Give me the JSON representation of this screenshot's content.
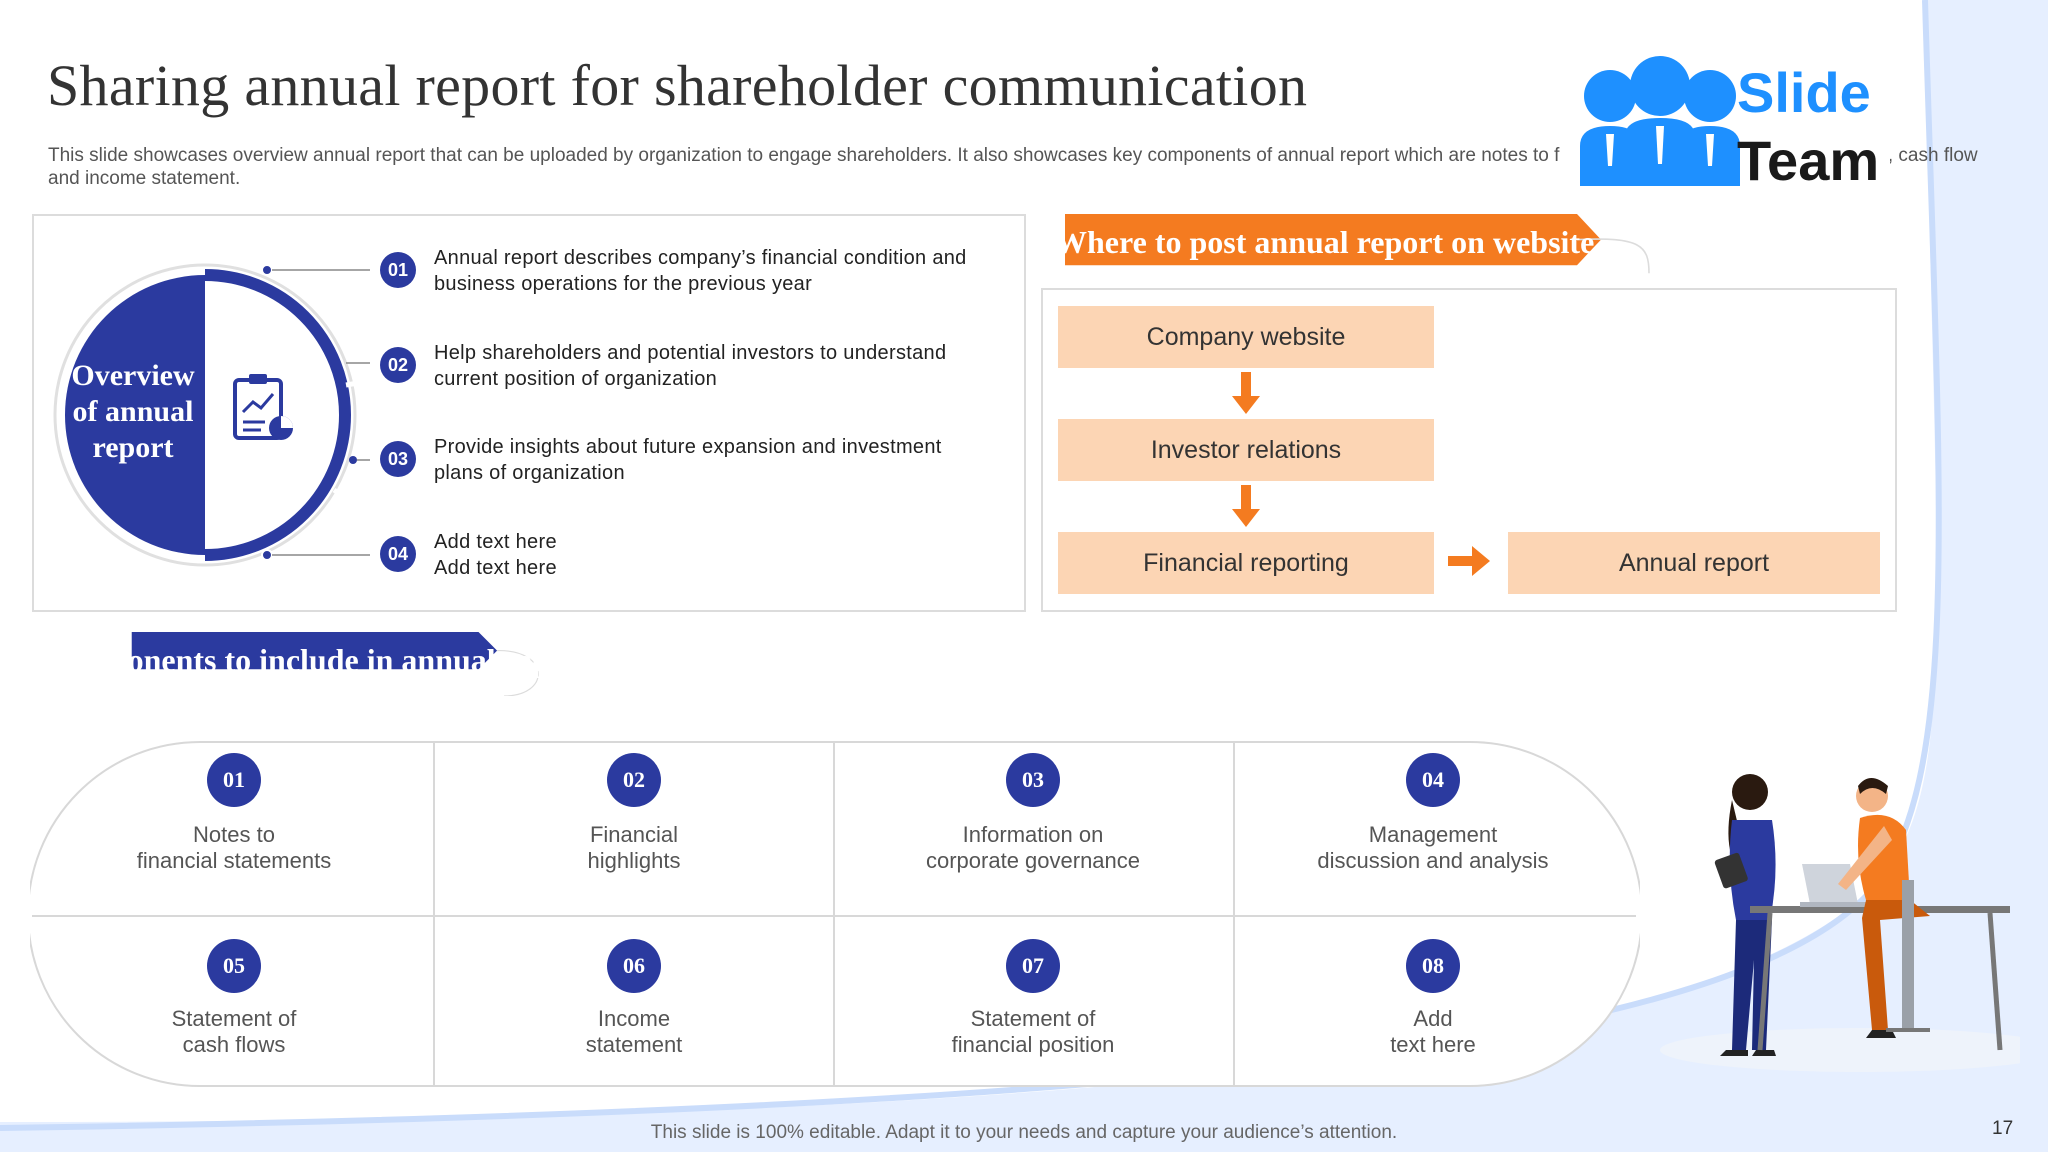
{
  "slide": {
    "title": "Sharing annual report for shareholder communication",
    "subtitle": "This slide showcases overview annual report that can be uploaded by organization to engage shareholders. It also showcases key components of annual report which are notes to financial statements, financial highlights, cash flow and income statement.",
    "footer": "This slide is 100% editable. Adapt it to your needs and capture your audience’s attention.",
    "page_number": "17"
  },
  "logo": {
    "word1": "Slide",
    "word2": "Team"
  },
  "overview": {
    "title": "Overview of annual report",
    "items": [
      {
        "num": "01",
        "text": "Annual report describes company’s financial condition and business operations for the previous  year"
      },
      {
        "num": "02",
        "text": "Help shareholders and potential investors to understand current position of organization"
      },
      {
        "num": "03",
        "text": "Provide  insights about future expansion and investment plans of organization"
      },
      {
        "num": "04",
        "text": "Add text here Add text here"
      }
    ]
  },
  "where": {
    "title": "Where to post annual report on website",
    "steps": [
      "Company website",
      "Investor  relations",
      "Financial reporting",
      "Annual report"
    ]
  },
  "components": {
    "title": "Components to include in annual report",
    "items": [
      {
        "num": "01",
        "line1": "Notes to",
        "line2": "financial statements"
      },
      {
        "num": "02",
        "line1": "Financial",
        "line2": "highlights"
      },
      {
        "num": "03",
        "line1": "Information on",
        "line2": "corporate governance"
      },
      {
        "num": "04",
        "line1": "Management",
        "line2": "discussion and analysis"
      },
      {
        "num": "05",
        "line1": "Statement of",
        "line2": "cash flows"
      },
      {
        "num": "06",
        "line1": "Income",
        "line2": "statement"
      },
      {
        "num": "07",
        "line1": "Statement of",
        "line2": "financial position"
      },
      {
        "num": "08",
        "line1": "Add",
        "line2": "text here"
      }
    ]
  },
  "colors": {
    "navy": "#2b3a9f",
    "orange": "#f47b20",
    "peach": "#fcd5b4",
    "logo_blue": "#1e90ff"
  }
}
